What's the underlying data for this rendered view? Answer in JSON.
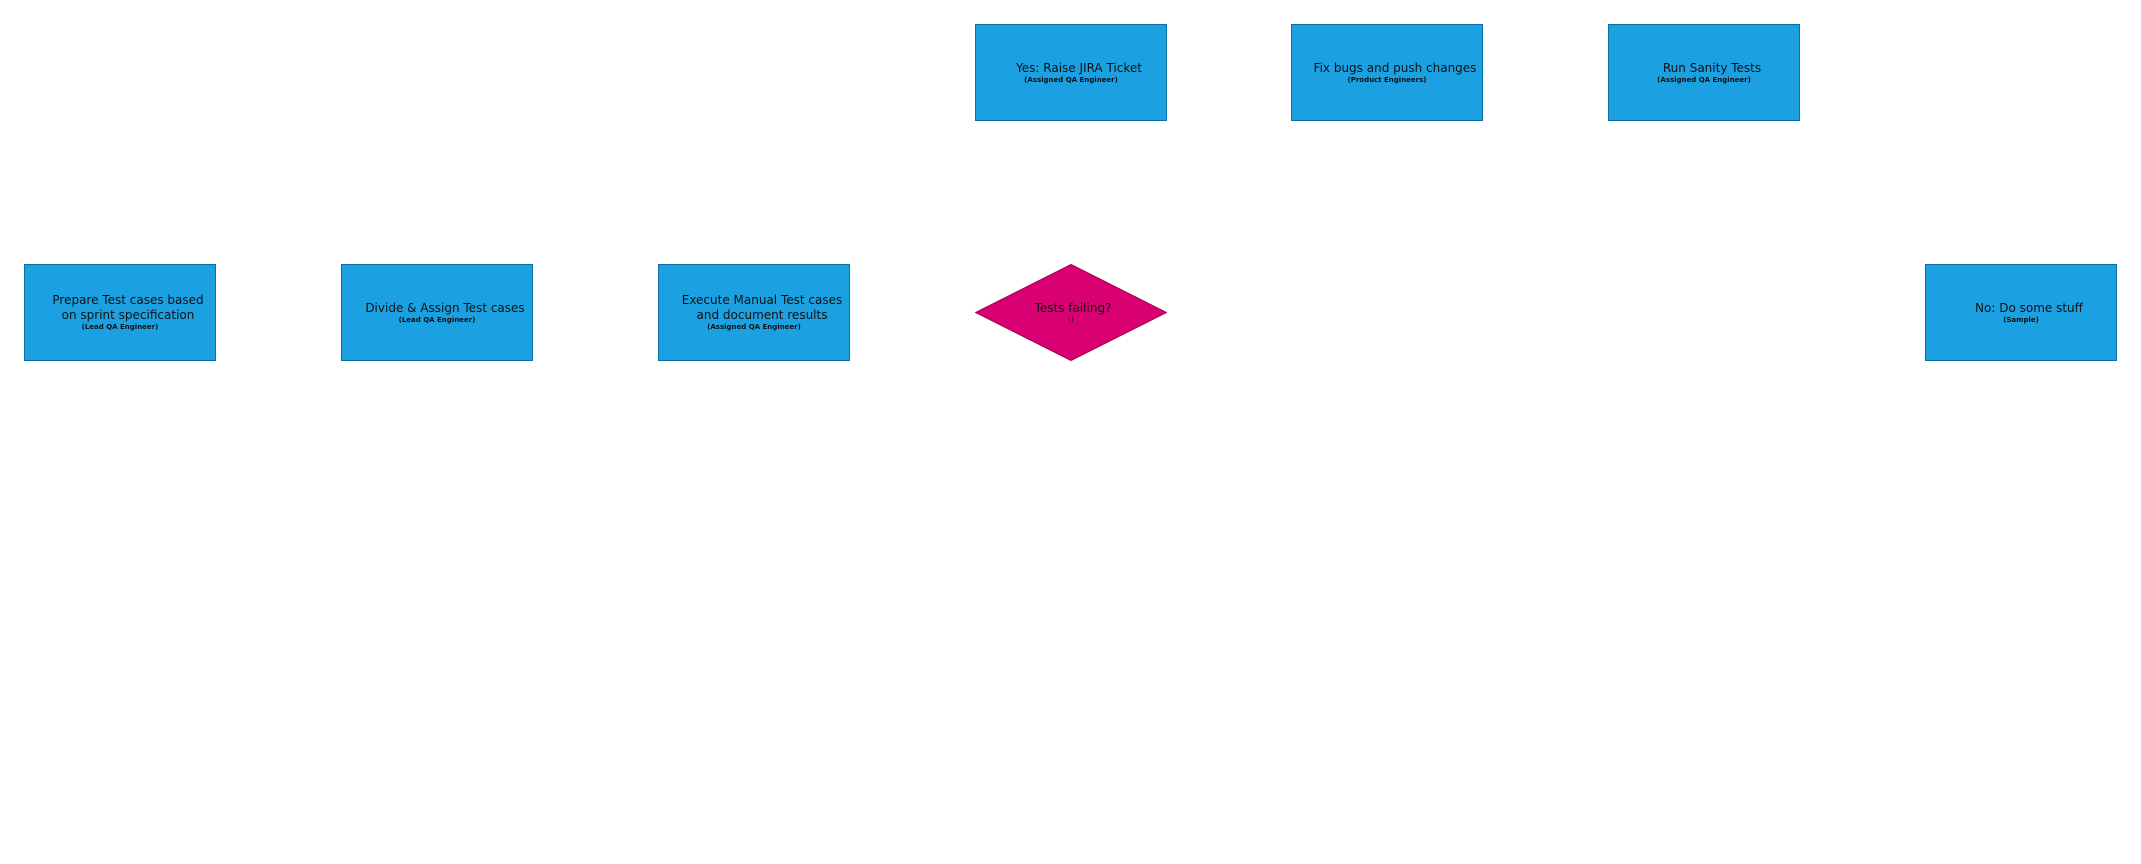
{
  "diagram": {
    "nodes": [
      {
        "id": "prepare",
        "title": "Prepare Test cases based on sprint specification",
        "role": "(Lead QA Engineer)",
        "shape": "rectangle",
        "color": "#1ba1e2"
      },
      {
        "id": "divide",
        "title": "Divide & Assign Test cases",
        "role": "(Lead QA Engineer)",
        "shape": "rectangle",
        "color": "#1ba1e2"
      },
      {
        "id": "execute",
        "title": "Execute Manual Test cases and document results",
        "role": "(Assigned QA Engineer)",
        "shape": "rectangle",
        "color": "#1ba1e2"
      },
      {
        "id": "decision",
        "title": "Tests failing?",
        "role": "()",
        "shape": "diamond",
        "color": "#d80073"
      },
      {
        "id": "raise",
        "title": "Yes: Raise JIRA Ticket",
        "role": "(Assigned QA Engineer)",
        "shape": "rectangle",
        "color": "#1ba1e2"
      },
      {
        "id": "fix",
        "title": "Fix bugs and push changes",
        "role": "(Product Engineers)",
        "shape": "rectangle",
        "color": "#1ba1e2"
      },
      {
        "id": "sanity",
        "title": "Run Sanity Tests",
        "role": "(Assigned QA Engineer)",
        "shape": "rectangle",
        "color": "#1ba1e2"
      },
      {
        "id": "no",
        "title": "No: Do some stuff",
        "role": "(Sample)",
        "shape": "rectangle",
        "color": "#1ba1e2"
      }
    ]
  }
}
